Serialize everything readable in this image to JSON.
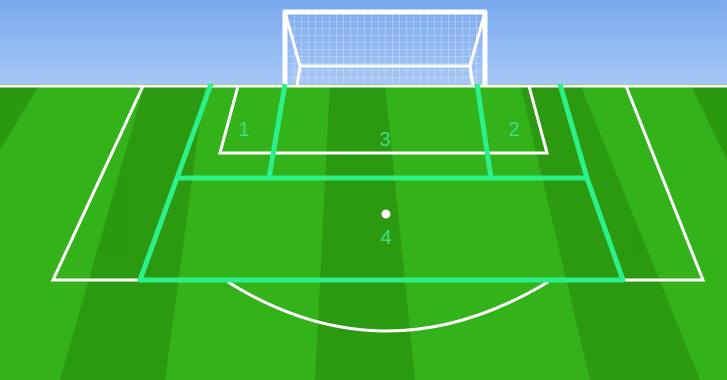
{
  "zones": [
    {
      "label": "1"
    },
    {
      "label": "2"
    },
    {
      "label": "3"
    },
    {
      "label": "4"
    }
  ],
  "colors": {
    "sky": "#8fb8f2",
    "grass_light": "#34b21a",
    "grass_dark": "#2a9710",
    "pitch_lines": "#ffffff",
    "zone_lines": "#2cf08a",
    "zone_label": "#3ee08a",
    "goal_net": "#ffffff",
    "penalty_spot": "#ffffff"
  }
}
